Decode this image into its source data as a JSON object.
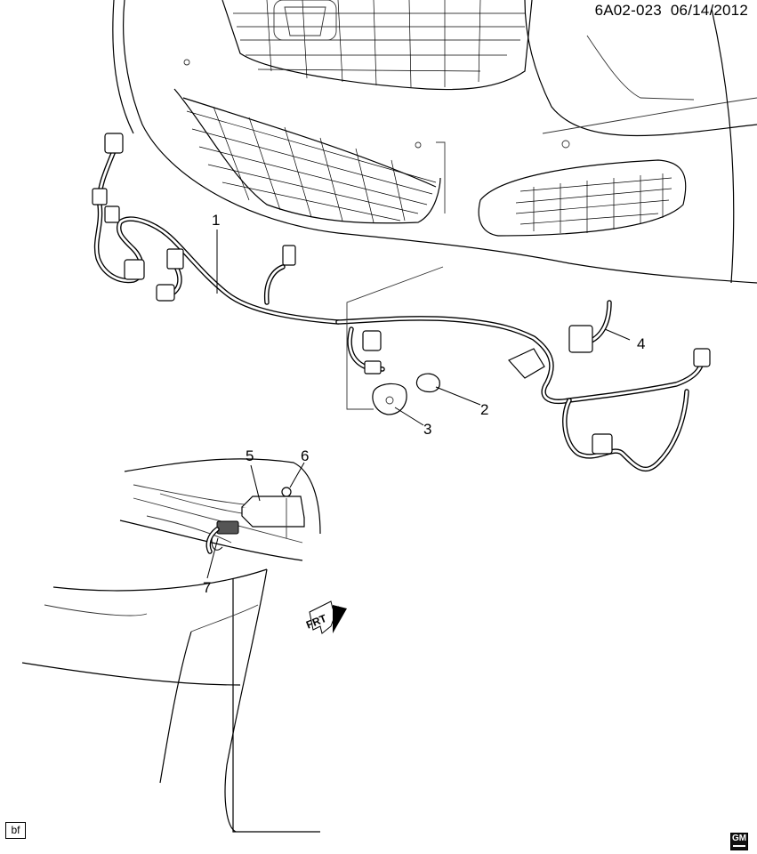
{
  "header": {
    "diagram_id": "6A02-023",
    "date": "06/14/2012"
  },
  "callouts": [
    {
      "number": "1"
    },
    {
      "number": "2"
    },
    {
      "number": "3"
    },
    {
      "number": "4"
    },
    {
      "number": "5"
    },
    {
      "number": "6"
    },
    {
      "number": "7"
    }
  ],
  "direction_arrow": {
    "label": "FRT"
  },
  "corner_tag": "bf",
  "logo": {
    "text": "GM"
  }
}
